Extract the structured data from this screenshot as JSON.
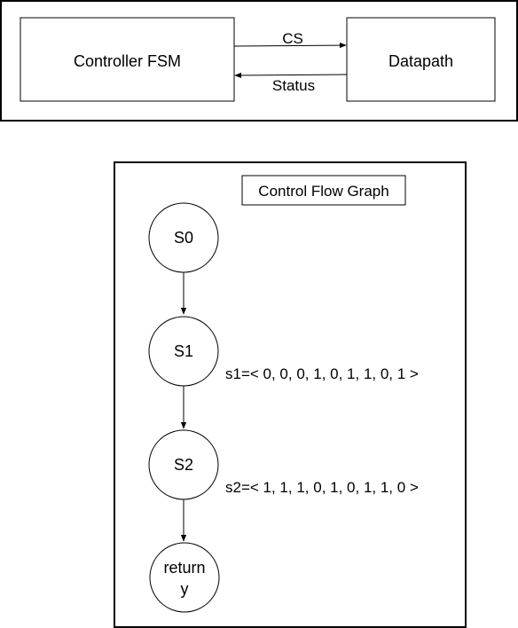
{
  "system": {
    "controller_label": "Controller FSM",
    "datapath_label": "Datapath",
    "cs_label": "CS",
    "status_label": "Status"
  },
  "cfg": {
    "title": "Control Flow Graph",
    "states": [
      {
        "label_lines": [
          "S0"
        ]
      },
      {
        "label_lines": [
          "S1"
        ]
      },
      {
        "label_lines": [
          "S2"
        ]
      },
      {
        "label_lines": [
          "return",
          "y"
        ]
      }
    ],
    "s1_vector": "s1=< 0, 0, 0, 1, 0, 1, 1, 0, 1 >",
    "s2_vector": "s2=< 1, 1, 1, 0, 1, 0, 1, 1, 0 >"
  }
}
